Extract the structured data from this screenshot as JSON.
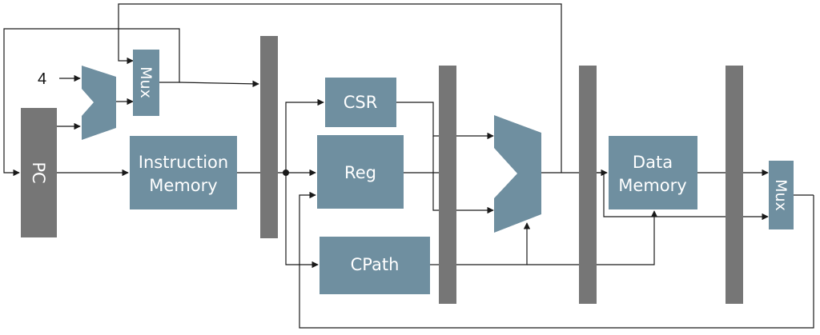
{
  "blocks": {
    "pc": "PC",
    "pc_mux": "Mux",
    "constant_four": "4",
    "instruction_memory_line1": "Instruction",
    "instruction_memory_line2": "Memory",
    "csr": "CSR",
    "reg": "Reg",
    "cpath": "CPath",
    "data_memory_line1": "Data",
    "data_memory_line2": "Memory",
    "writeback_mux": "Mux"
  },
  "colors": {
    "unit": "#6f8fa0",
    "pipeline_register": "#767676",
    "wire": "#1a1a1a"
  }
}
